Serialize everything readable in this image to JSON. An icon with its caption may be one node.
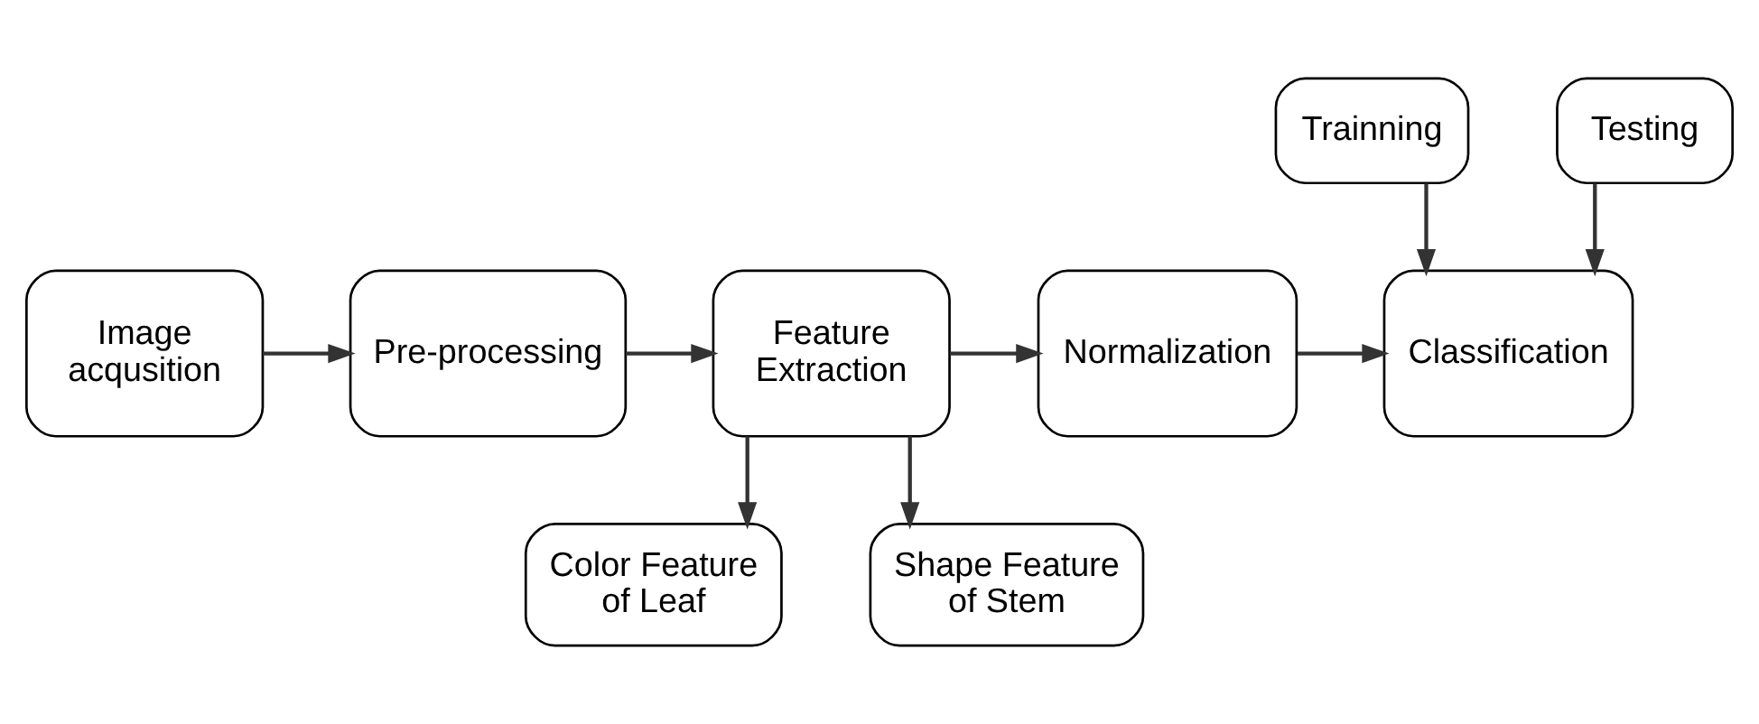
{
  "diagram": {
    "nodes": [
      {
        "text": [
          "Image acqusition"
        ]
      },
      {
        "text": [
          "Pre-processing"
        ]
      },
      {
        "text": [
          "Feature Extraction"
        ]
      },
      {
        "text": [
          "Normalization"
        ]
      },
      {
        "text": [
          "Classification"
        ]
      },
      {
        "text": [
          "Trainning"
        ]
      },
      {
        "text": [
          "Testing"
        ]
      },
      {
        "text": [
          "Color Feature of Leaf"
        ]
      },
      {
        "text": [
          "Shape Feature of Stem"
        ]
      }
    ],
    "edges": [
      {
        "from": 0,
        "to": 1,
        "arrow": "to"
      },
      {
        "from": 1,
        "to": 2,
        "arrow": "to"
      },
      {
        "from": 2,
        "to": 3,
        "arrow": "to"
      },
      {
        "from": 3,
        "to": 4,
        "arrow": "to"
      },
      {
        "from": 5,
        "to": 4,
        "arrow": "to"
      },
      {
        "from": 6,
        "to": 4,
        "arrow": "to"
      },
      {
        "from": 2,
        "to": 7,
        "arrow": "to"
      },
      {
        "from": 2,
        "to": 8,
        "arrow": "to"
      }
    ]
  }
}
